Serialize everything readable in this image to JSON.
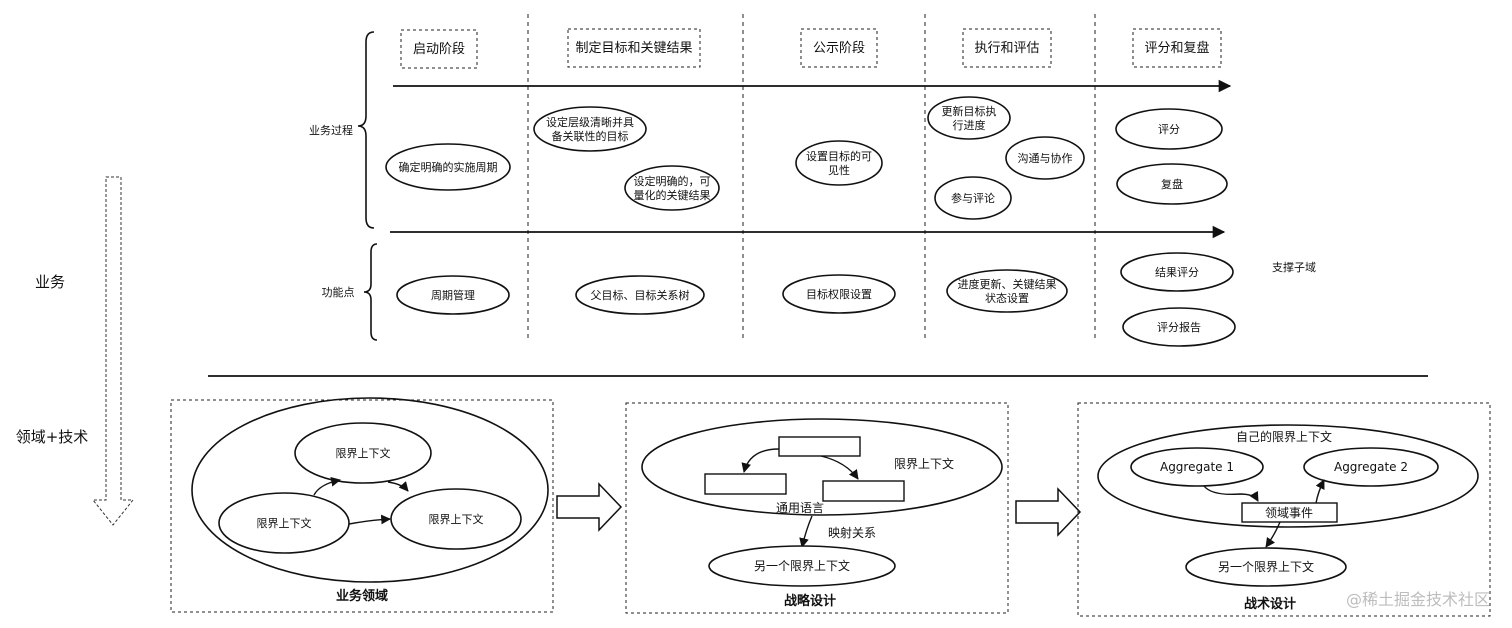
{
  "top": {
    "side_labels": {
      "business": "业务",
      "domain_tech": "领域+技术"
    },
    "row_labels": {
      "process": "业务过程",
      "features": "功能点"
    },
    "support_subdomain": "支撑子域",
    "stages": [
      {
        "title": "启动阶段",
        "process": [
          [
            "确定明确的实施周期"
          ]
        ],
        "feature": [
          "周期管理"
        ]
      },
      {
        "title": "制定目标和关键结果",
        "process": [
          [
            "设定层级清晰并具",
            "备关联性的目标"
          ],
          [
            "设定明确的，可",
            "量化的关键结果"
          ]
        ],
        "feature": [
          "父目标、目标关系树"
        ]
      },
      {
        "title": "公示阶段",
        "process": [
          [
            "设置目标的可",
            "见性"
          ]
        ],
        "feature": [
          "目标权限设置"
        ]
      },
      {
        "title": "执行和评估",
        "process": [
          [
            "更新目标执",
            "行进度"
          ],
          [
            "沟通与协作"
          ],
          [
            "参与评论"
          ]
        ],
        "feature": [
          "进度更新、关键结果",
          "状态设置"
        ]
      },
      {
        "title": "评分和复盘",
        "process": [
          [
            "评分"
          ],
          [
            "复盘"
          ]
        ],
        "feature": [
          "结果评分",
          "评分报告"
        ]
      }
    ]
  },
  "bottom": {
    "business_domain": {
      "caption": "业务领域",
      "contexts": [
        "限界上下文",
        "限界上下文",
        "限界上下文"
      ]
    },
    "strategic_design": {
      "caption": "战略设计",
      "context_label": "限界上下文",
      "language_label": "通用语言",
      "mapping_label": "映射关系",
      "other_context": "另一个限界上下文"
    },
    "tactical_design": {
      "caption": "战术设计",
      "context_label": "自己的限界上下文",
      "aggregate_1": "Aggregate 1",
      "aggregate_2": "Aggregate 2",
      "event": "领域事件",
      "other_context": "另一个限界上下文"
    }
  },
  "watermark": "@稀土掘金技术社区"
}
